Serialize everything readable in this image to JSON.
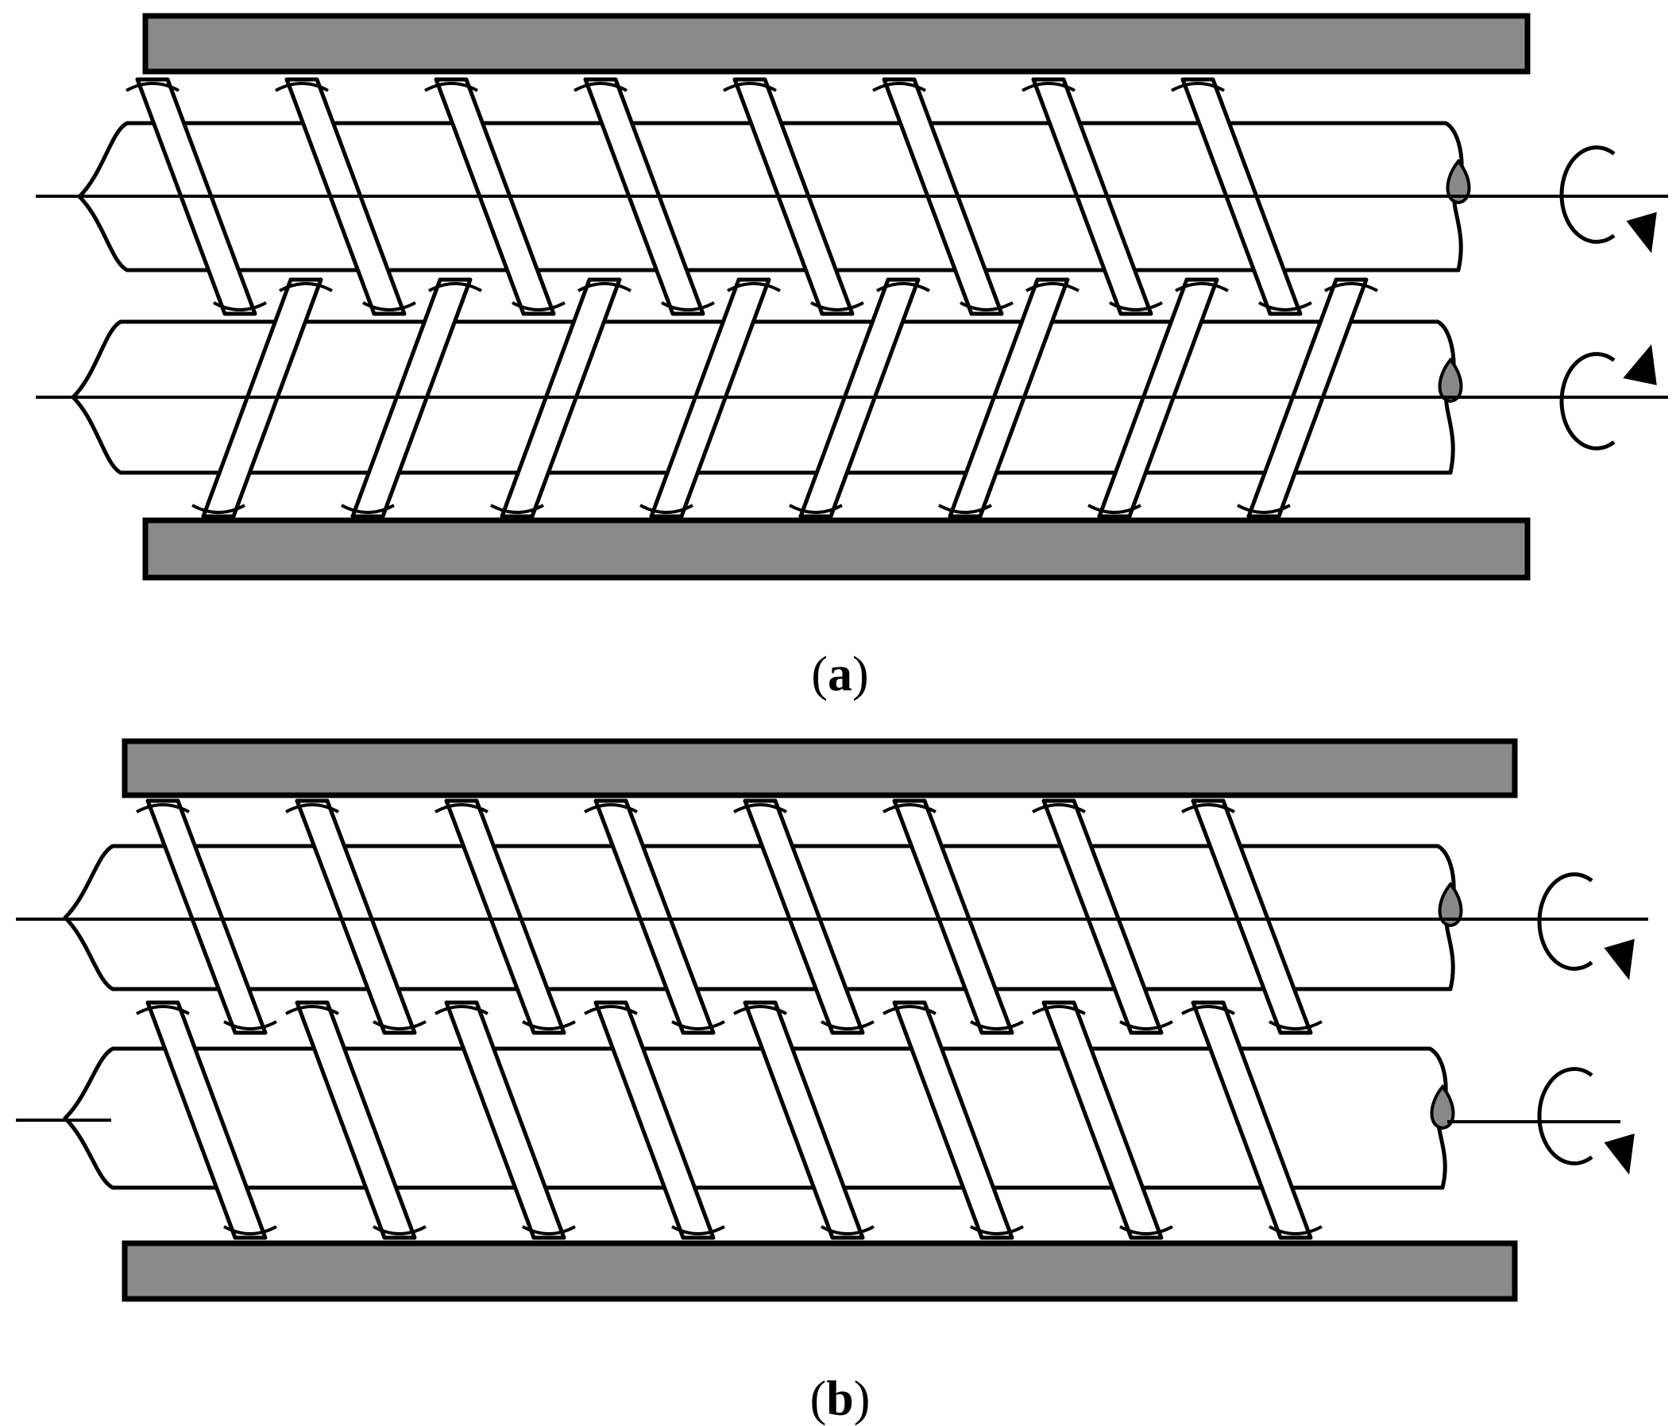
{
  "figure": {
    "panels": [
      {
        "id": "a",
        "caption_open": "(",
        "caption_letter": "a",
        "caption_close": ")",
        "arrangement": "counter-rotating"
      },
      {
        "id": "b",
        "caption_open": "(",
        "caption_letter": "b",
        "caption_close": ")",
        "arrangement": "co-rotating"
      }
    ],
    "colors": {
      "barrel": "#8a8a8a",
      "outline": "#000000",
      "screw": "#ffffff",
      "flight_tip": "#888888",
      "background": "#ffffff"
    },
    "icons": [
      "rotation-arrow-icon"
    ]
  }
}
